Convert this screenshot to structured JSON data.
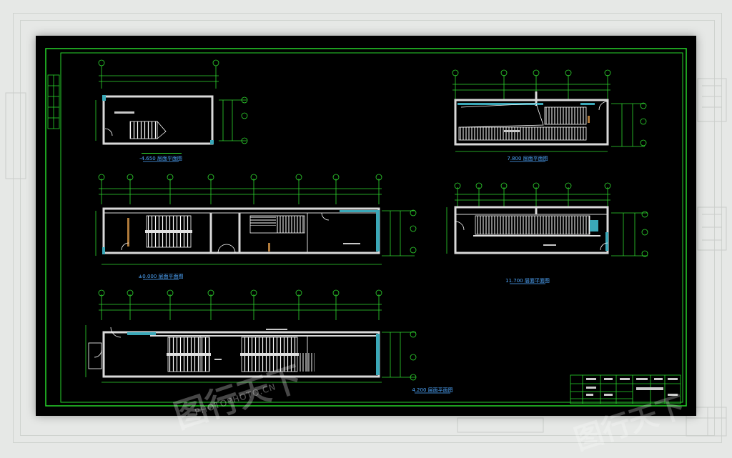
{
  "drawing": {
    "plans": [
      {
        "id": "plan-a",
        "caption": "-4.650 层面平面图"
      },
      {
        "id": "plan-b",
        "caption": "±0.000 层面平面图"
      },
      {
        "id": "plan-c",
        "caption": "4.200 层面平面图"
      },
      {
        "id": "plan-d",
        "caption": "7.800 层面平面图"
      },
      {
        "id": "plan-e",
        "caption": "11.700 层面平面图"
      }
    ]
  },
  "watermark": {
    "text": "图行天下",
    "subtext": "PHOTOPHOTO.CN"
  },
  "colors": {
    "background": "#000000",
    "frame": "#27d52b",
    "wall": "#d9d9d9",
    "stair": "#ffffff",
    "column": "#3aa8b8",
    "dim": "#2fd82f",
    "caption": "#4fa8ff"
  }
}
